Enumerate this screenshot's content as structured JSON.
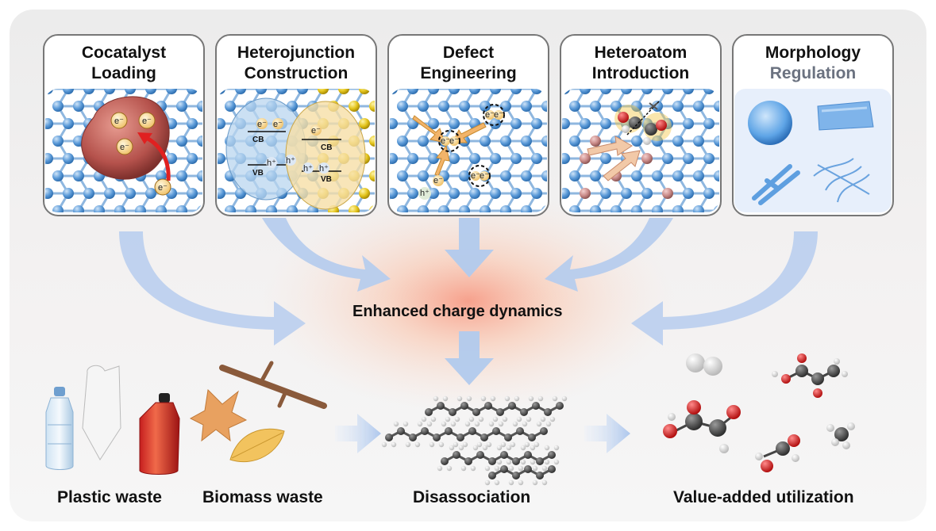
{
  "strategies": [
    {
      "line1": "Cocatalyst",
      "line2": "Loading"
    },
    {
      "line1": "Heterojunction",
      "line2": "Construction"
    },
    {
      "line1": "Defect",
      "line2": "Engineering"
    },
    {
      "line1": "Heteroatom",
      "line2": "Introduction"
    },
    {
      "line1": "Morphology",
      "line2": "Regulation"
    }
  ],
  "center_label": "Enhanced charge dynamics",
  "bottom_labels": {
    "plastic": "Plastic waste",
    "biomass": "Biomass waste",
    "disassociation": "Disassociation",
    "value": "Value-added utilization"
  },
  "symbols": {
    "electron": "e⁻",
    "hole": "h⁺",
    "cb": "CB",
    "vb": "VB"
  },
  "colors": {
    "lattice_blue": "#5b9ad8",
    "cocatalyst_red": "#b5524c",
    "arrow_blue": "#a9c4ec",
    "glow": "#f6a98a",
    "heteroatom": "#c98a88",
    "sulfur_yellow": "#e3c41d"
  }
}
